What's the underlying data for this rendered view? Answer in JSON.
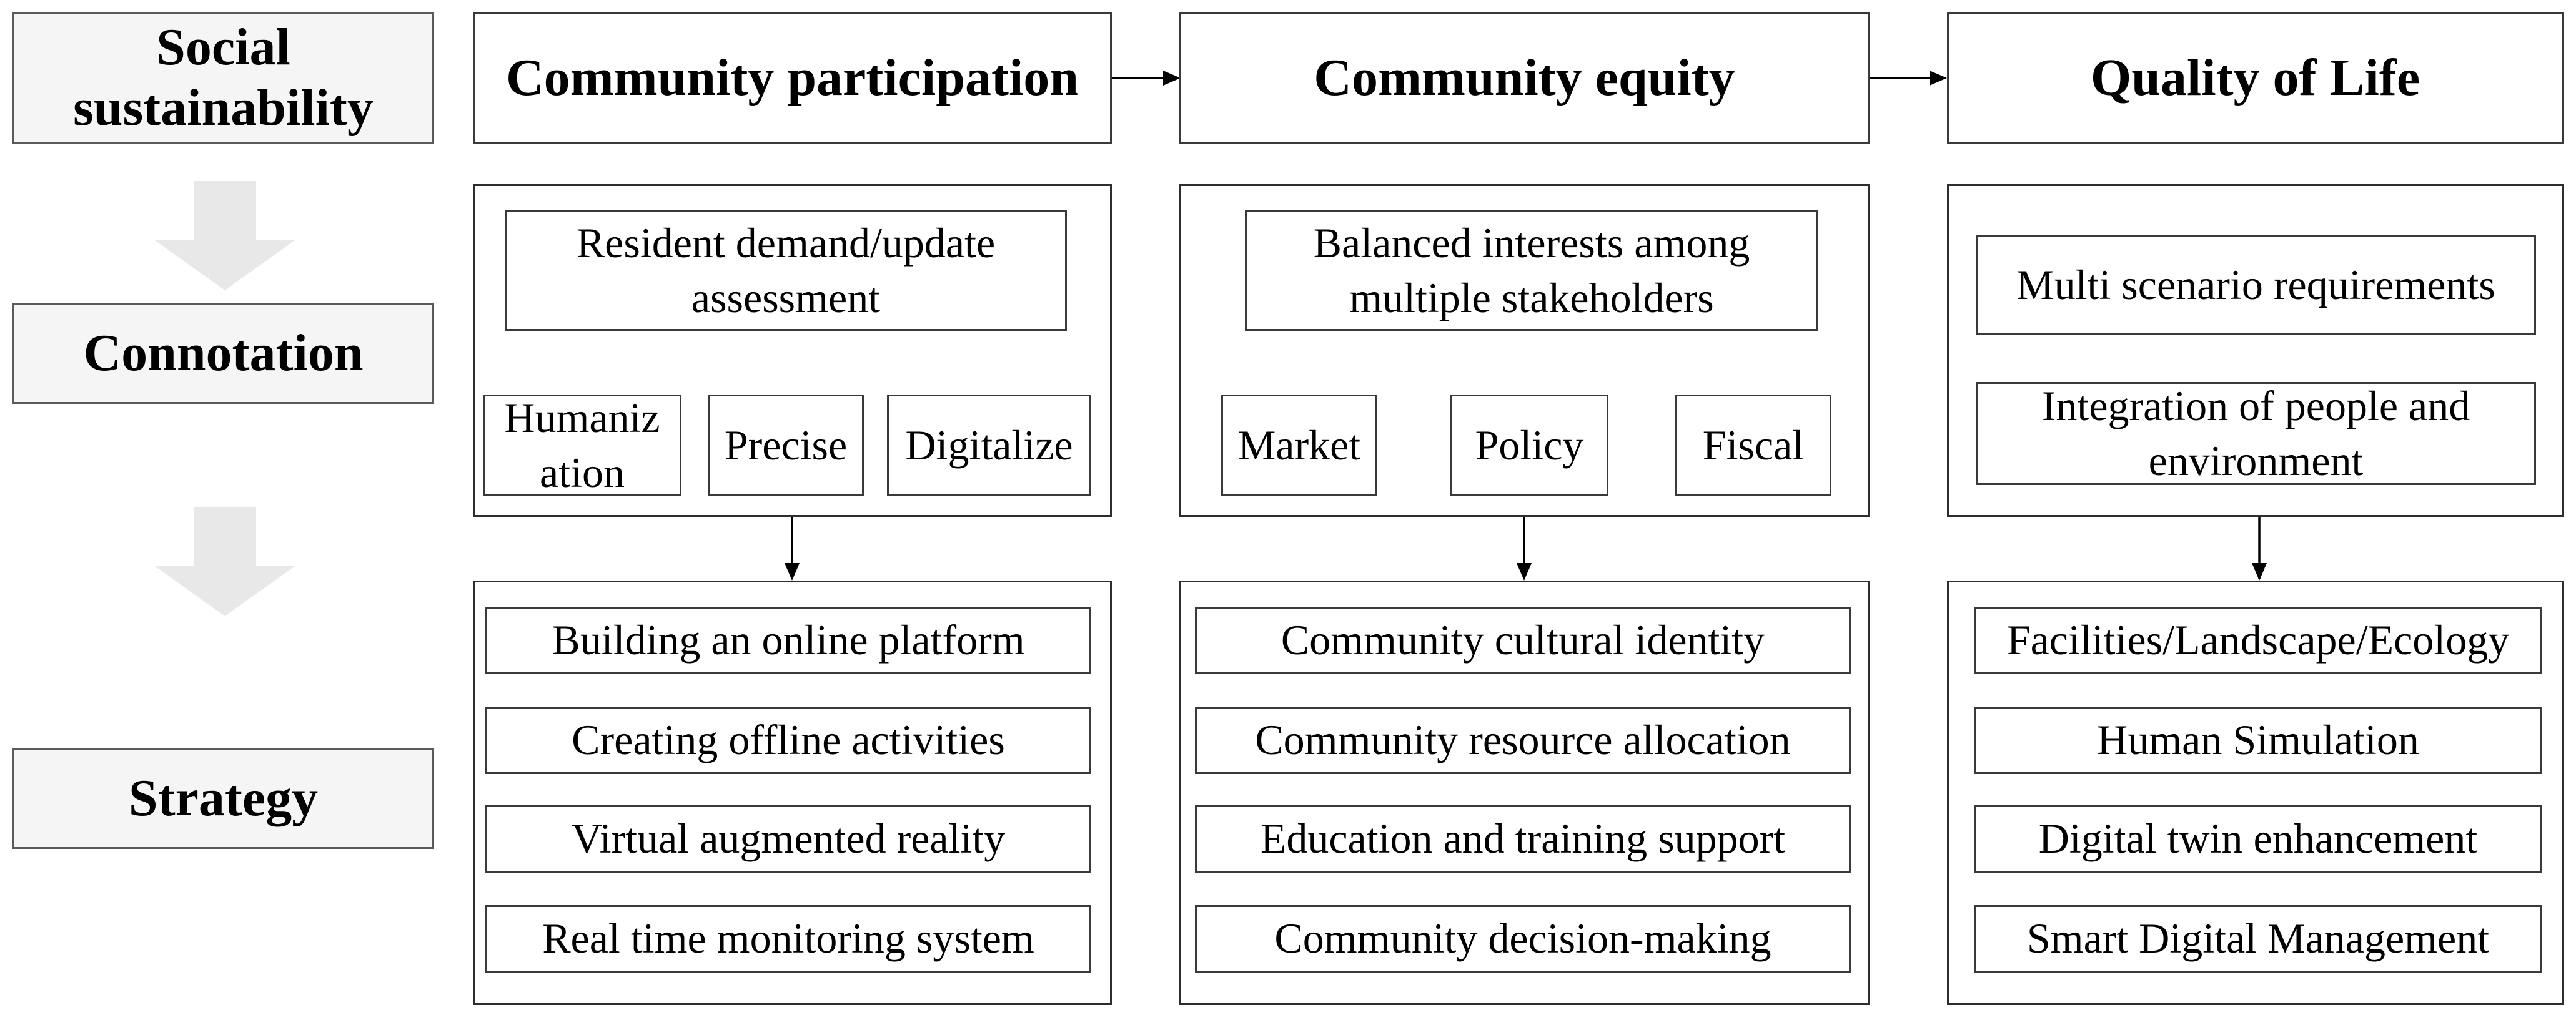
{
  "row_labels": {
    "social": "Social sustainability",
    "connotation": "Connotation",
    "strategy": "Strategy"
  },
  "columns": [
    {
      "header": "Community participation",
      "connotation_top": "Resident demand/update assessment",
      "connotation_items": [
        "Humaniz ation",
        "Precise",
        "Digitalize"
      ],
      "strategies": [
        "Building an online platform",
        "Creating offline activities",
        "Virtual augmented reality",
        "Real time monitoring system"
      ]
    },
    {
      "header": "Community equity",
      "connotation_top": "Balanced interests among multiple stakeholders",
      "connotation_items": [
        "Market",
        "Policy",
        "Fiscal"
      ],
      "strategies": [
        "Community cultural identity",
        "Community resource allocation",
        "Education and training support",
        "Community decision-making"
      ]
    },
    {
      "header": "Quality of Life",
      "connotation_items": [
        "Multi scenario requirements",
        "Integration of people and environment"
      ],
      "strategies": [
        "Facilities/Landscape/Ecology",
        "Human Simulation",
        "Digital twin enhancement",
        "Smart Digital Management"
      ]
    }
  ],
  "colors": {
    "line": "#000000",
    "border": "#3a3a3a",
    "label_fill": "#f5f5f5",
    "big_arrow": "#e8e8e8"
  }
}
